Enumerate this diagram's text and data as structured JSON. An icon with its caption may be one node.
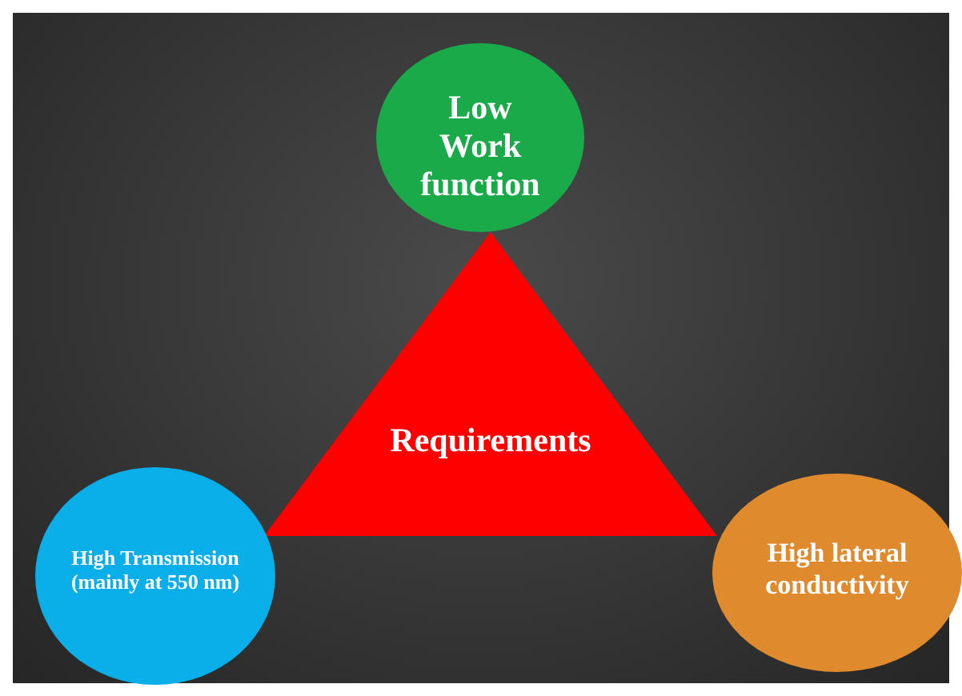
{
  "diagram": {
    "nodes": [
      {
        "text": [
          "Low Work function"
        ]
      },
      {
        "text": [
          "Requirements"
        ]
      },
      {
        "text": [
          "High Transmission (mainly at 550 nm)"
        ]
      },
      {
        "text": [
          "High lateral conductivity"
        ]
      }
    ]
  }
}
